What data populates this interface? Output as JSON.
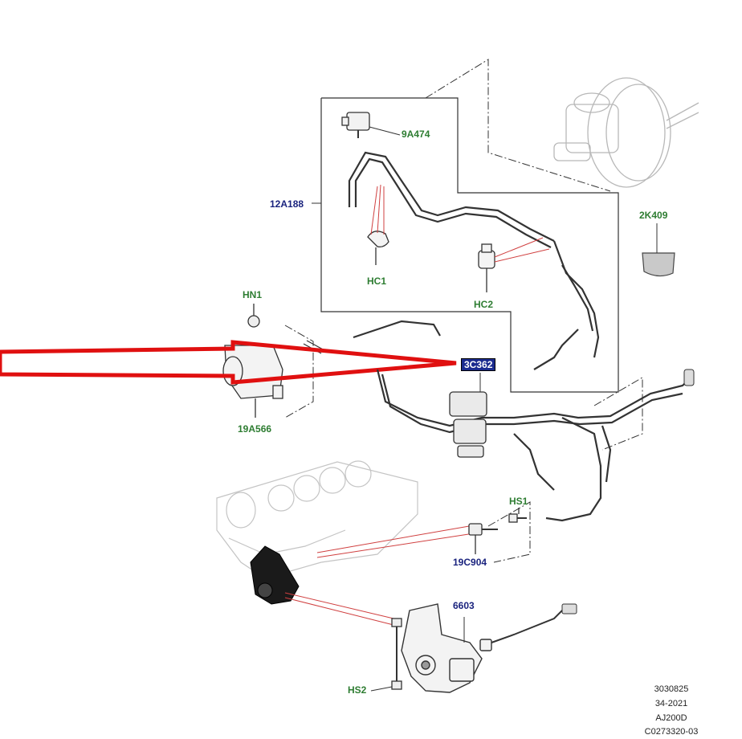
{
  "labels": {
    "9A474": "9A474",
    "12A188": "12A188",
    "2K409": "2K409",
    "HC1": "HC1",
    "HC2": "HC2",
    "HN1": "HN1",
    "19A566": "19A566",
    "3C362": "3C362",
    "HS1": "HS1",
    "19C904": "19C904",
    "6603": "6603",
    "HS2": "HS2"
  },
  "reference": {
    "line1": "3030825",
    "line2": "34-2021",
    "line3": "AJ200D",
    "line4": "C0273320-03"
  },
  "colors": {
    "part_green": "#2e7d32",
    "part_blue": "#1a237e",
    "highlight": "#1b2b8f",
    "arrow": "#e01010",
    "leader": "#d04040"
  }
}
